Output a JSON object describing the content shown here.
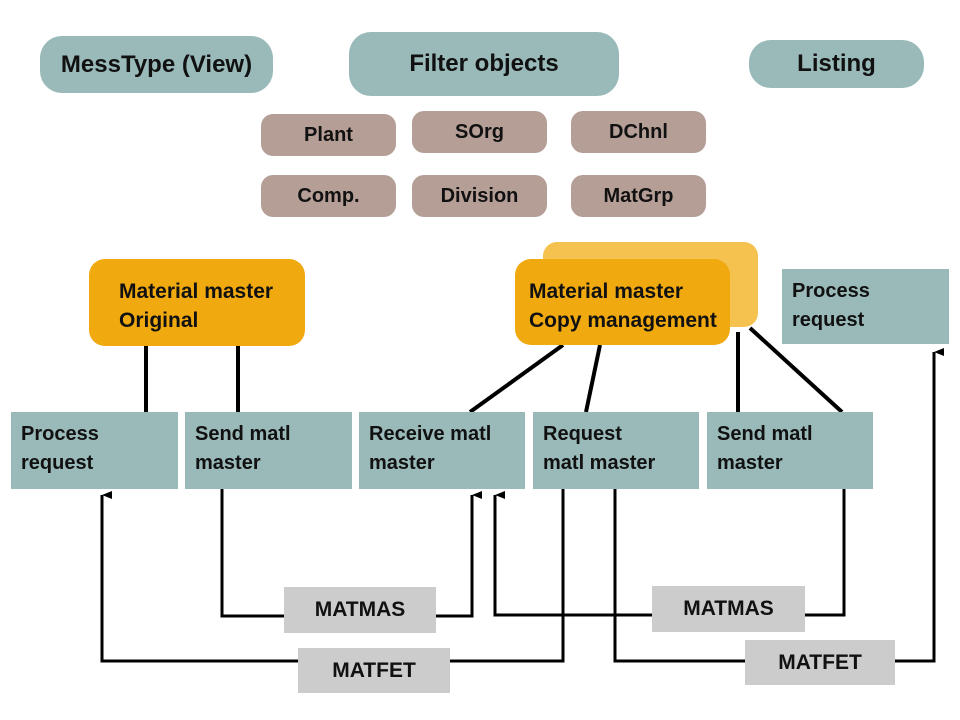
{
  "header": {
    "messtype": "MessType (View)",
    "filter_objects": "Filter objects",
    "listing": "Listing"
  },
  "filters": {
    "plant": "Plant",
    "sorg": "SOrg",
    "dchnl": "DChnl",
    "comp": "Comp.",
    "division": "Division",
    "matgrp": "MatGrp"
  },
  "systems": {
    "original": {
      "line1": "Material master",
      "line2": "Original"
    },
    "copy": {
      "line1": "Material master",
      "line2": "Copy management"
    }
  },
  "functions": {
    "process_request_left": {
      "line1": "Process",
      "line2": "request"
    },
    "send_matl_master_1": {
      "line1": "Send matl",
      "line2": "master"
    },
    "receive_matl_master": {
      "line1": "Receive matl",
      "line2": "master"
    },
    "request_matl_master": {
      "line1": "Request",
      "line2": "matl master"
    },
    "send_matl_master_2": {
      "line1": "Send matl",
      "line2": "master"
    },
    "process_request_right": {
      "line1": "Process",
      "line2": "request"
    }
  },
  "messages": {
    "matmas_left": "MATMAS",
    "matmas_right": "MATMAS",
    "matfet_left": "MATFET",
    "matfet_right": "MATFET"
  },
  "colors": {
    "teal": "#9ab9b9",
    "tan": "#b59e96",
    "orange": "#f0aa10",
    "orange_shadow": "#f5c250",
    "grey": "#cccccc"
  }
}
